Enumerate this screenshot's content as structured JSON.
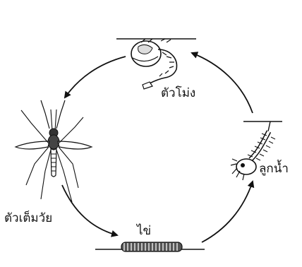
{
  "diagram": {
    "stages": {
      "pupa": "ตัวโม่ง",
      "larva": "ลูกน้ำ",
      "adult": "ตัวเต็มวัย",
      "egg": "ไข่"
    },
    "icons": {
      "pupa": "mosquito-pupa-icon",
      "larva": "mosquito-larva-icon",
      "adult": "adult-mosquito-icon",
      "egg": "mosquito-egg-raft-icon"
    }
  }
}
